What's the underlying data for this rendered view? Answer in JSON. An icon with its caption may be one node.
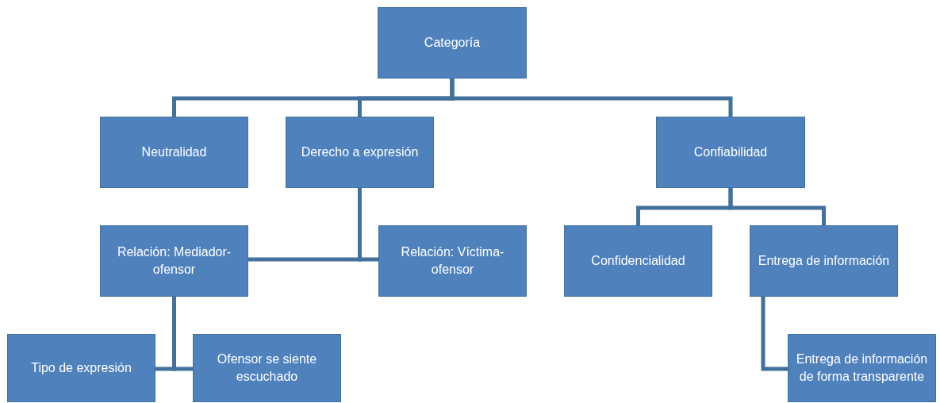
{
  "diagram": {
    "nodes": [
      {
        "text": [
          "Categoría"
        ]
      },
      {
        "text": [
          "Neutralidad"
        ]
      },
      {
        "text": [
          "Derecho a expresión"
        ]
      },
      {
        "text": [
          "Confiabilidad"
        ]
      },
      {
        "text": [
          "Relación: Mediador-ofensor"
        ]
      },
      {
        "text": [
          "Relación: Víctima-ofensor"
        ]
      },
      {
        "text": [
          "Confidencialidad"
        ]
      },
      {
        "text": [
          "Entrega de información"
        ]
      },
      {
        "text": [
          "Tipo de expresión"
        ]
      },
      {
        "text": [
          "Ofensor se siente escuchado"
        ]
      },
      {
        "text": [
          "Entrega de información de forma transparente"
        ]
      }
    ],
    "edges": [
      {
        "from": 0,
        "to": 1,
        "arrow": "none"
      },
      {
        "from": 0,
        "to": 2,
        "arrow": "none"
      },
      {
        "from": 0,
        "to": 3,
        "arrow": "none"
      },
      {
        "from": 2,
        "to": 4,
        "arrow": "none"
      },
      {
        "from": 2,
        "to": 5,
        "arrow": "none"
      },
      {
        "from": 3,
        "to": 6,
        "arrow": "none"
      },
      {
        "from": 3,
        "to": 7,
        "arrow": "none"
      },
      {
        "from": 4,
        "to": 8,
        "arrow": "none"
      },
      {
        "from": 4,
        "to": 9,
        "arrow": "none"
      },
      {
        "from": 7,
        "to": 10,
        "arrow": "none"
      }
    ]
  }
}
